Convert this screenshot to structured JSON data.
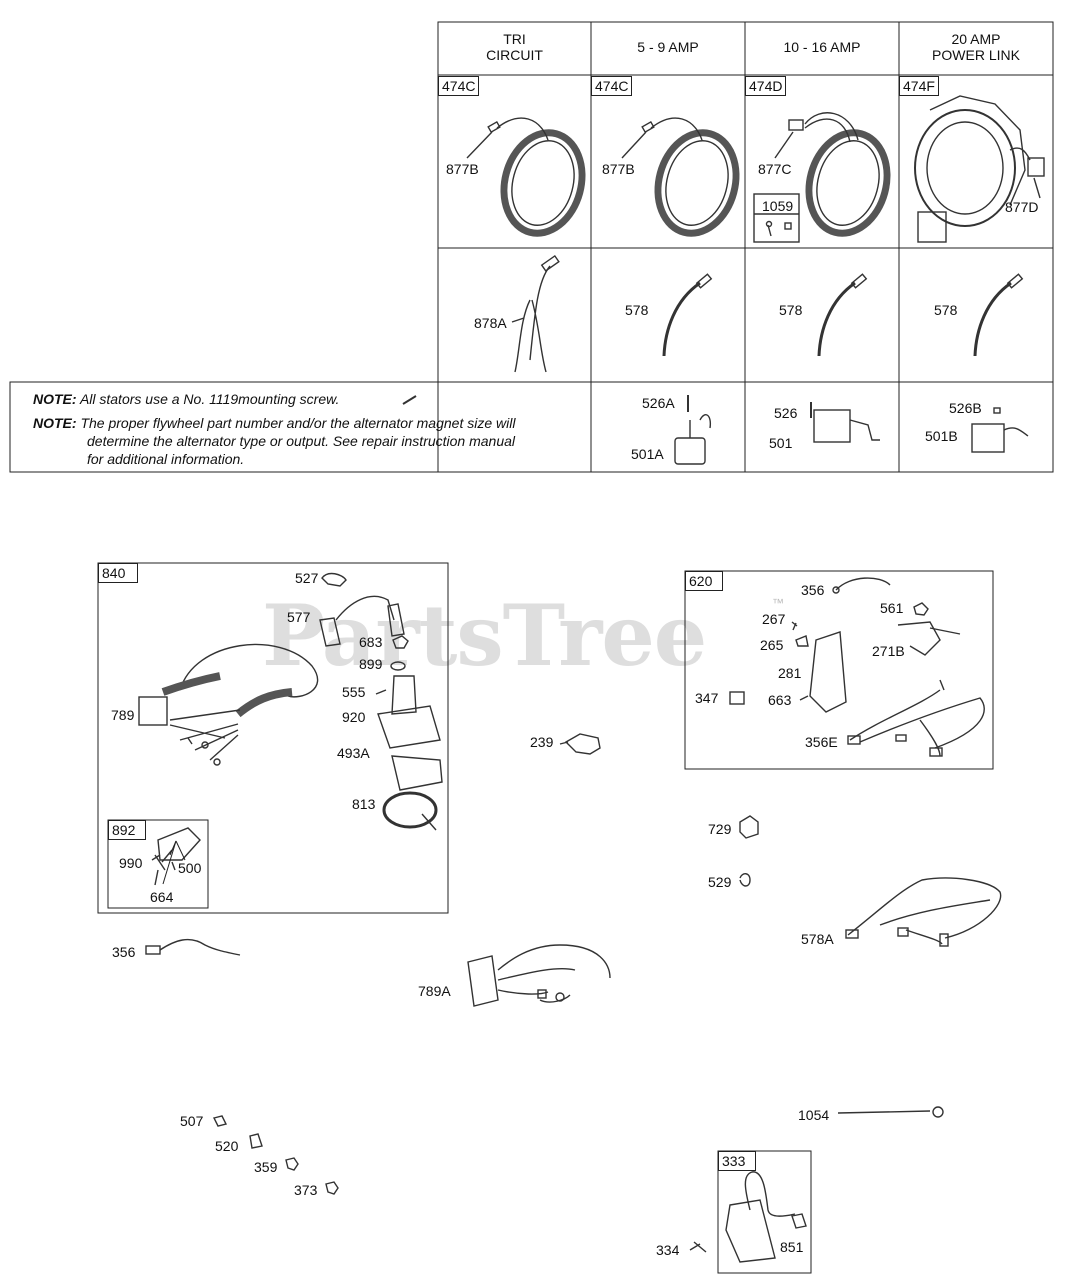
{
  "watermark": {
    "text": "PartsTree",
    "tm": "™"
  },
  "columns": [
    "TRI\nCIRCUIT",
    "5 - 9 AMP",
    "10 - 16 AMP",
    "20 AMP\nPOWER LINK"
  ],
  "stator_tags": [
    "474C",
    "474C",
    "474D",
    "474F"
  ],
  "lead_labels": [
    "877B",
    "877B",
    "877C",
    "877D"
  ],
  "kit_1059": "1059",
  "row2_labels": [
    "878A",
    "578",
    "578",
    "578"
  ],
  "row3": {
    "a1": "526A",
    "b1": "501A",
    "a2": "526",
    "b2": "501",
    "a3": "526B",
    "b3": "501B"
  },
  "notes": {
    "prefix": "NOTE:",
    "n1": "All stators use a No. 1119mounting screw.",
    "n2_l1": "The proper flywheel part number and/or the alternator magnet size will",
    "n2_l2": "determine the alternator type or output. See repair instruction manual",
    "n2_l3": "for additional information."
  },
  "box840": {
    "tag": "840",
    "labels": {
      "p527": "527",
      "p577": "577",
      "p683": "683",
      "p899": "899",
      "p555": "555",
      "p920": "920",
      "p493A": "493A",
      "p813": "813",
      "p789": "789"
    },
    "box892": {
      "tag": "892",
      "p990": "990",
      "p500": "500",
      "p664": "664"
    }
  },
  "box620": {
    "tag": "620",
    "labels": {
      "p356": "356",
      "p561": "561",
      "p267": "267",
      "p265": "265",
      "p271B": "271B",
      "p281": "281",
      "p347": "347",
      "p663": "663",
      "p356E": "356E"
    }
  },
  "loose": {
    "p239": "239",
    "p729": "729",
    "p529": "529",
    "p578A": "578A",
    "p356": "356",
    "p789A": "789A",
    "p507": "507",
    "p520": "520",
    "p359": "359",
    "p373": "373",
    "p1054": "1054",
    "p334": "334"
  },
  "box333": {
    "tag": "333",
    "p851": "851"
  }
}
